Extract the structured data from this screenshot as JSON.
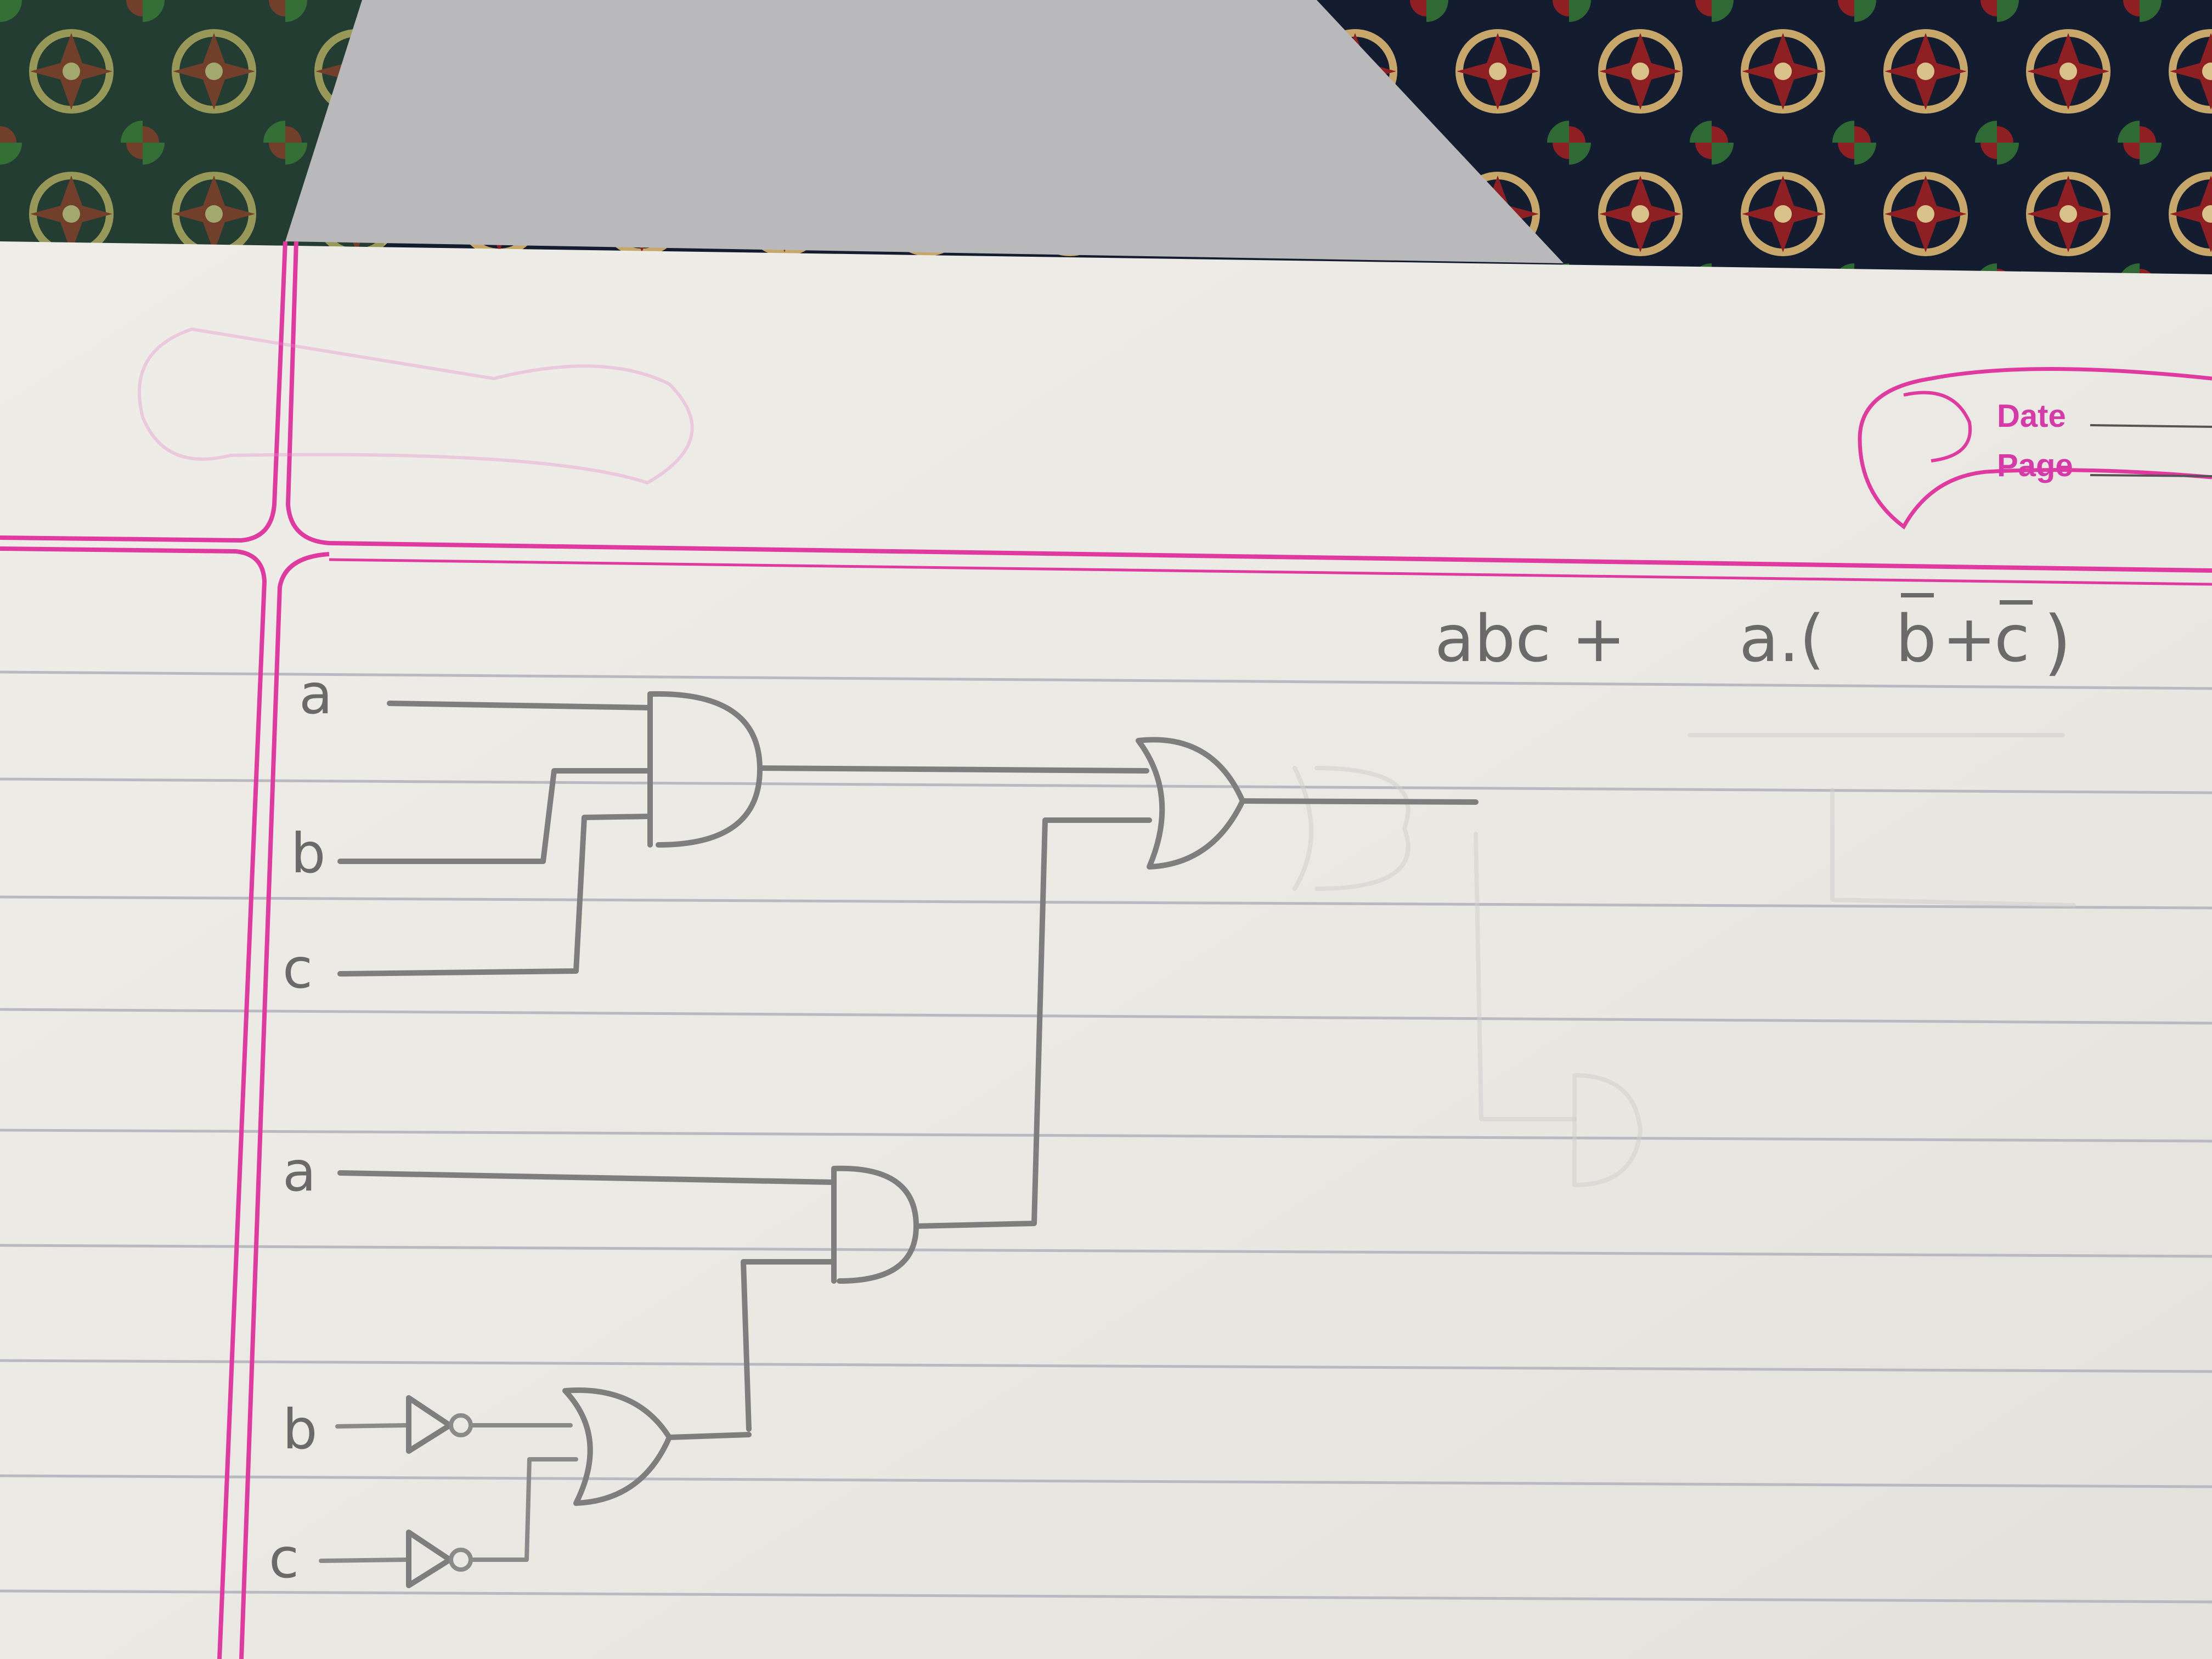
{
  "header": {
    "date_label": "Date",
    "page_label": "Page"
  },
  "expression": {
    "left_term": "abc +",
    "right_prefix": "a.(",
    "b_bar": "b",
    "plus": "+",
    "c_bar": "c",
    "close_paren": ")"
  },
  "inputs": {
    "top": [
      "a",
      "b",
      "c"
    ],
    "bottom": [
      "a",
      "b",
      "c"
    ]
  },
  "colors": {
    "margin_pink": "#e0399f",
    "ruled_line": "#b9b9c2",
    "pencil": "#7e7e7e",
    "paper": "#eeece6"
  }
}
